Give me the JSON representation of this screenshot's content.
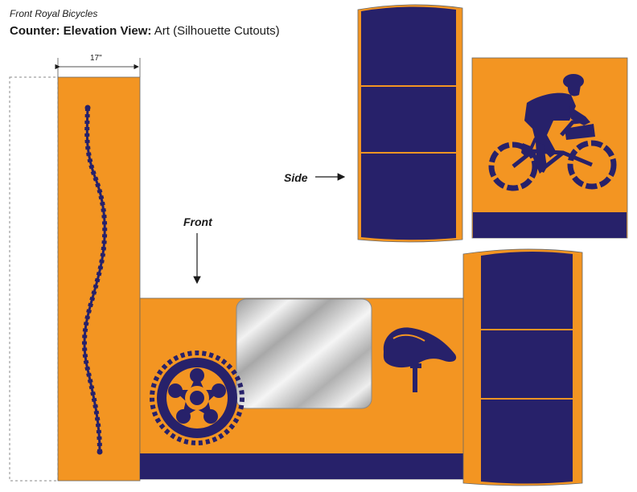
{
  "header": {
    "client": "Front Royal Bicycles",
    "title_bold": "Counter: Elevation View:",
    "title_rest": " Art (Silhouette Cutouts)"
  },
  "labels": {
    "side": "Side",
    "front": "Front",
    "dimension": "17\""
  },
  "colors": {
    "orange": "#f39522",
    "navy": "#27216a",
    "outline": "#555555"
  },
  "icons": [
    "chain-icon",
    "chainring-icon",
    "bicycle-seat-icon",
    "cyclist-icon",
    "mirror-panel"
  ]
}
